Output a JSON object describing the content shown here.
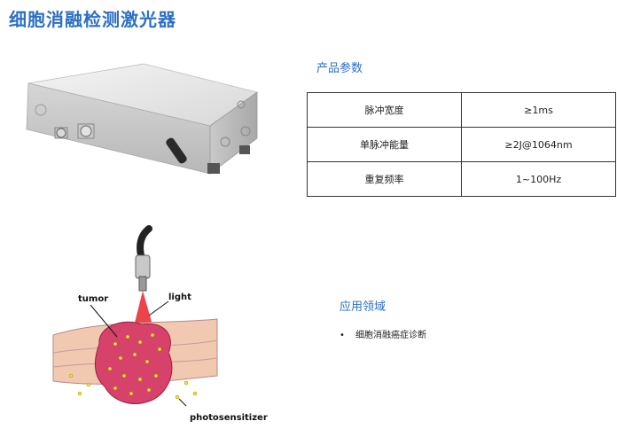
{
  "page_title": "细胞消融检测激光器",
  "params_section": {
    "heading": "产品参数",
    "rows": [
      {
        "name": "脉冲宽度",
        "value": "≥1ms"
      },
      {
        "name": "单脉冲能量",
        "value": "≥2J@1064nm"
      },
      {
        "name": "重复频率",
        "value": "1~100Hz"
      }
    ]
  },
  "apps_section": {
    "heading": "应用领域",
    "bullet": "•",
    "items": [
      "细胞消融癌症诊断"
    ]
  },
  "diagram": {
    "labels": {
      "tumor": "tumor",
      "light": "light",
      "photosensitizer": "photosensitizer"
    }
  }
}
